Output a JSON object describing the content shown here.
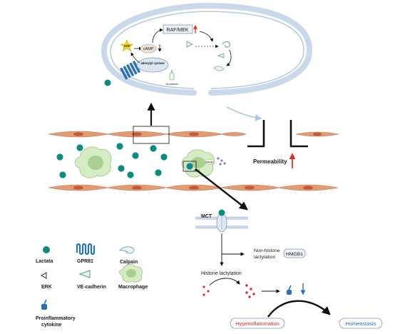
{
  "cell": {
    "raf_mek": "RAF/MEK",
    "atp": "ATP",
    "camp": "cAMP",
    "adenylyl_cyclase": "adenylyl cyclase",
    "vecad_small": "Vecadherin"
  },
  "vessel": {
    "permeability": "Permeability",
    "hmgb1_small": "HMGB1",
    "arg1": "Arg1"
  },
  "pathway": {
    "mct": "MCT",
    "non_histone": "Non-histone",
    "lactylation": "lactylation",
    "hmgb1": "HMGB1",
    "histone_lactylation": "Histone lactylation",
    "hyperinflammation": "Hyperinflammation",
    "homeostasis": "Homeostasis"
  },
  "legend": {
    "lactate": "Lactata",
    "gpr81": "GPR81",
    "calpain": "Calpain",
    "erk": "ERK",
    "vecadherin": "VE-cadherin",
    "macrophage": "Macrophage",
    "proinflammatory_1": "Proinflammatory",
    "proinflammatory_2": "cytokine"
  },
  "colors": {
    "lactate": "#0f8a80",
    "endothelial": "#e59a72",
    "nucleus": "#c05a3a",
    "macrophage": "#d6ecc4",
    "membrane": "#c9d8ea",
    "hyper_red": "#d9302a",
    "homeo_blue": "#2a6fb8"
  }
}
